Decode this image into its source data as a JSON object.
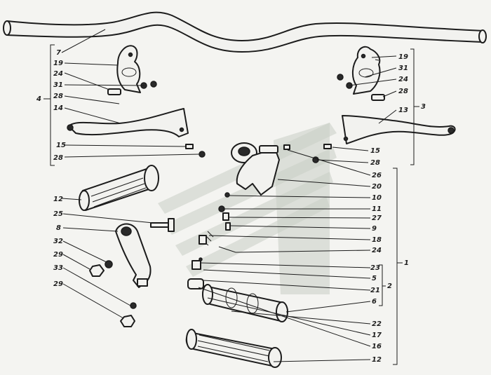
{
  "labels": {
    "left_group": [
      "7",
      "19",
      "24",
      "31",
      "28",
      "14",
      "15",
      "28"
    ],
    "left_group_id": "4",
    "right_group": [
      "19",
      "31",
      "24",
      "28",
      "13"
    ],
    "right_group_id": "3",
    "right_fasteners": [
      "15",
      "28"
    ],
    "center": [
      "26",
      "20",
      "10",
      "11",
      "27",
      "9",
      "18",
      "24",
      "23",
      "5",
      "21",
      "6",
      "22",
      "17",
      "16",
      "12"
    ],
    "assembly_id": "1",
    "subassembly_id": "2",
    "left_lower": [
      "12",
      "25",
      "8",
      "32",
      "29",
      "33",
      "29"
    ]
  }
}
